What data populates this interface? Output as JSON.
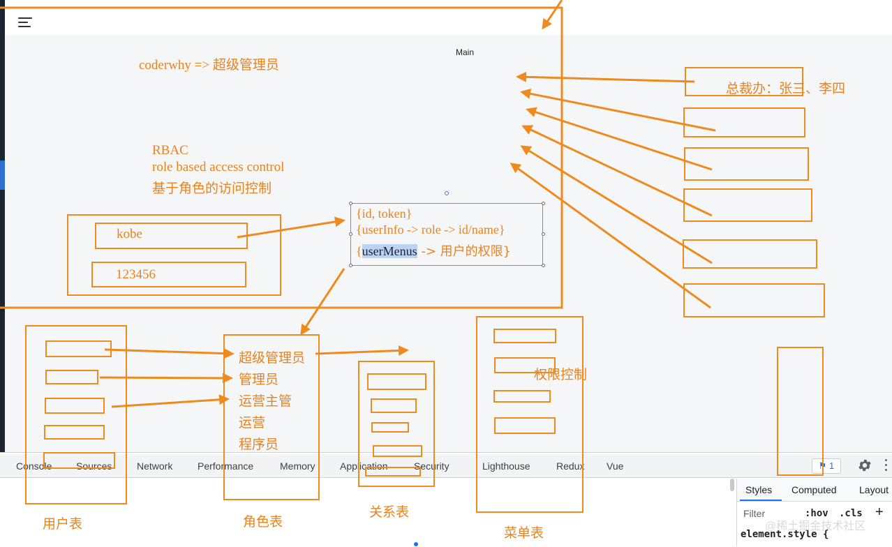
{
  "app": {
    "main_label": "Main"
  },
  "annotations": {
    "user_role": "coderwhy => 超级管理员",
    "rbac_title": "RBAC",
    "rbac_full": "role based access control",
    "rbac_cn": "基于角色的访问控制",
    "ceo_office": "总裁办：张三、李四",
    "permission_control": "权限控制"
  },
  "login_form": {
    "username": "kobe",
    "password": "123456"
  },
  "response_box": {
    "line1": "{id, token}",
    "line2": "{userInfo -> role -> id/name}",
    "line3_open": "{",
    "line3_highlight": "userMenus",
    "line3_rest": " -> 用户的权限}"
  },
  "roles": [
    "超级管理员",
    "管理员",
    "运营主管",
    "运营",
    "程序员"
  ],
  "table_labels": {
    "user_table": "用户表",
    "role_table": "角色表",
    "relation_table": "关系表",
    "menu_table": "菜单表"
  },
  "devtools": {
    "tabs": [
      "Console",
      "Sources",
      "Network",
      "Performance",
      "Memory",
      "Application",
      "Security",
      "Lighthouse",
      "Redux",
      "Vue"
    ],
    "issues_count": "1",
    "side_tabs": [
      "Styles",
      "Computed",
      "Layout"
    ],
    "filter_placeholder": "Filter",
    "hov": ":hov",
    "cls": ".cls",
    "plus": "+",
    "element_style": "element.style {"
  },
  "watermark": "@稀土掘金技术社区",
  "colors": {
    "annotation": "#e8831f",
    "box_stroke": "#ef8a1e",
    "highlight": "#bcd3f5",
    "devtools_accent": "#1a73e8"
  }
}
